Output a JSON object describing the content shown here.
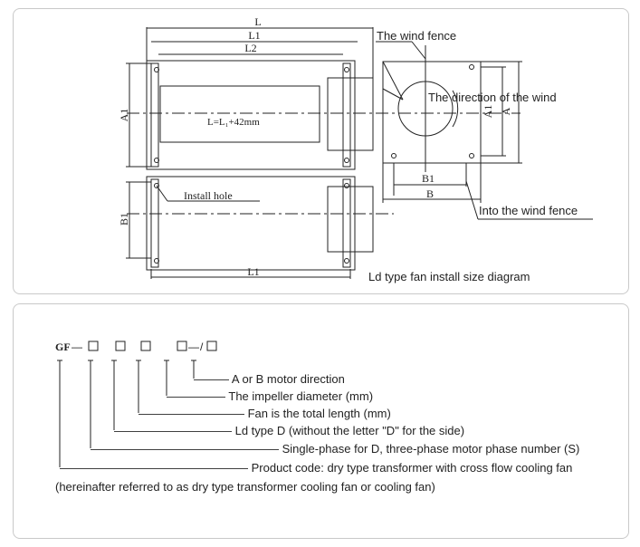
{
  "top": {
    "dim_L": "L",
    "dim_L1": "L1",
    "dim_L2": "L2",
    "dim_A1_left": "A1",
    "dim_B1_left": "B1",
    "dim_L1_bottom": "L1",
    "formula": "L=L₁+42mm",
    "install_hole": "Install hole",
    "wind_fence": "The wind fence",
    "wind_direction": "The direction of the wind",
    "dim_A1_right": "A1",
    "dim_A_right": "A",
    "dim_B1_right": "B1",
    "dim_B_right": "B",
    "into_fence": "Into the wind fence",
    "caption": "Ld type fan install size diagram"
  },
  "bottom": {
    "code_prefix": "GF",
    "code_dash": "—",
    "code_slash": "/",
    "line1": "——— A or B motor direction",
    "line2": "————— The impeller diameter (mm)",
    "line3": "————————— Fan is the total length (mm)",
    "line4": "—————————— Ld type D (without the letter \"D\" for the side)",
    "line5": "———————————————— Single-phase for D, three-phase motor phase number (S)",
    "line6": "———————————————— Product code: dry type transformer with cross flow cooling fan",
    "line7": "(hereinafter referred to as dry type transformer cooling fan or cooling fan)"
  }
}
